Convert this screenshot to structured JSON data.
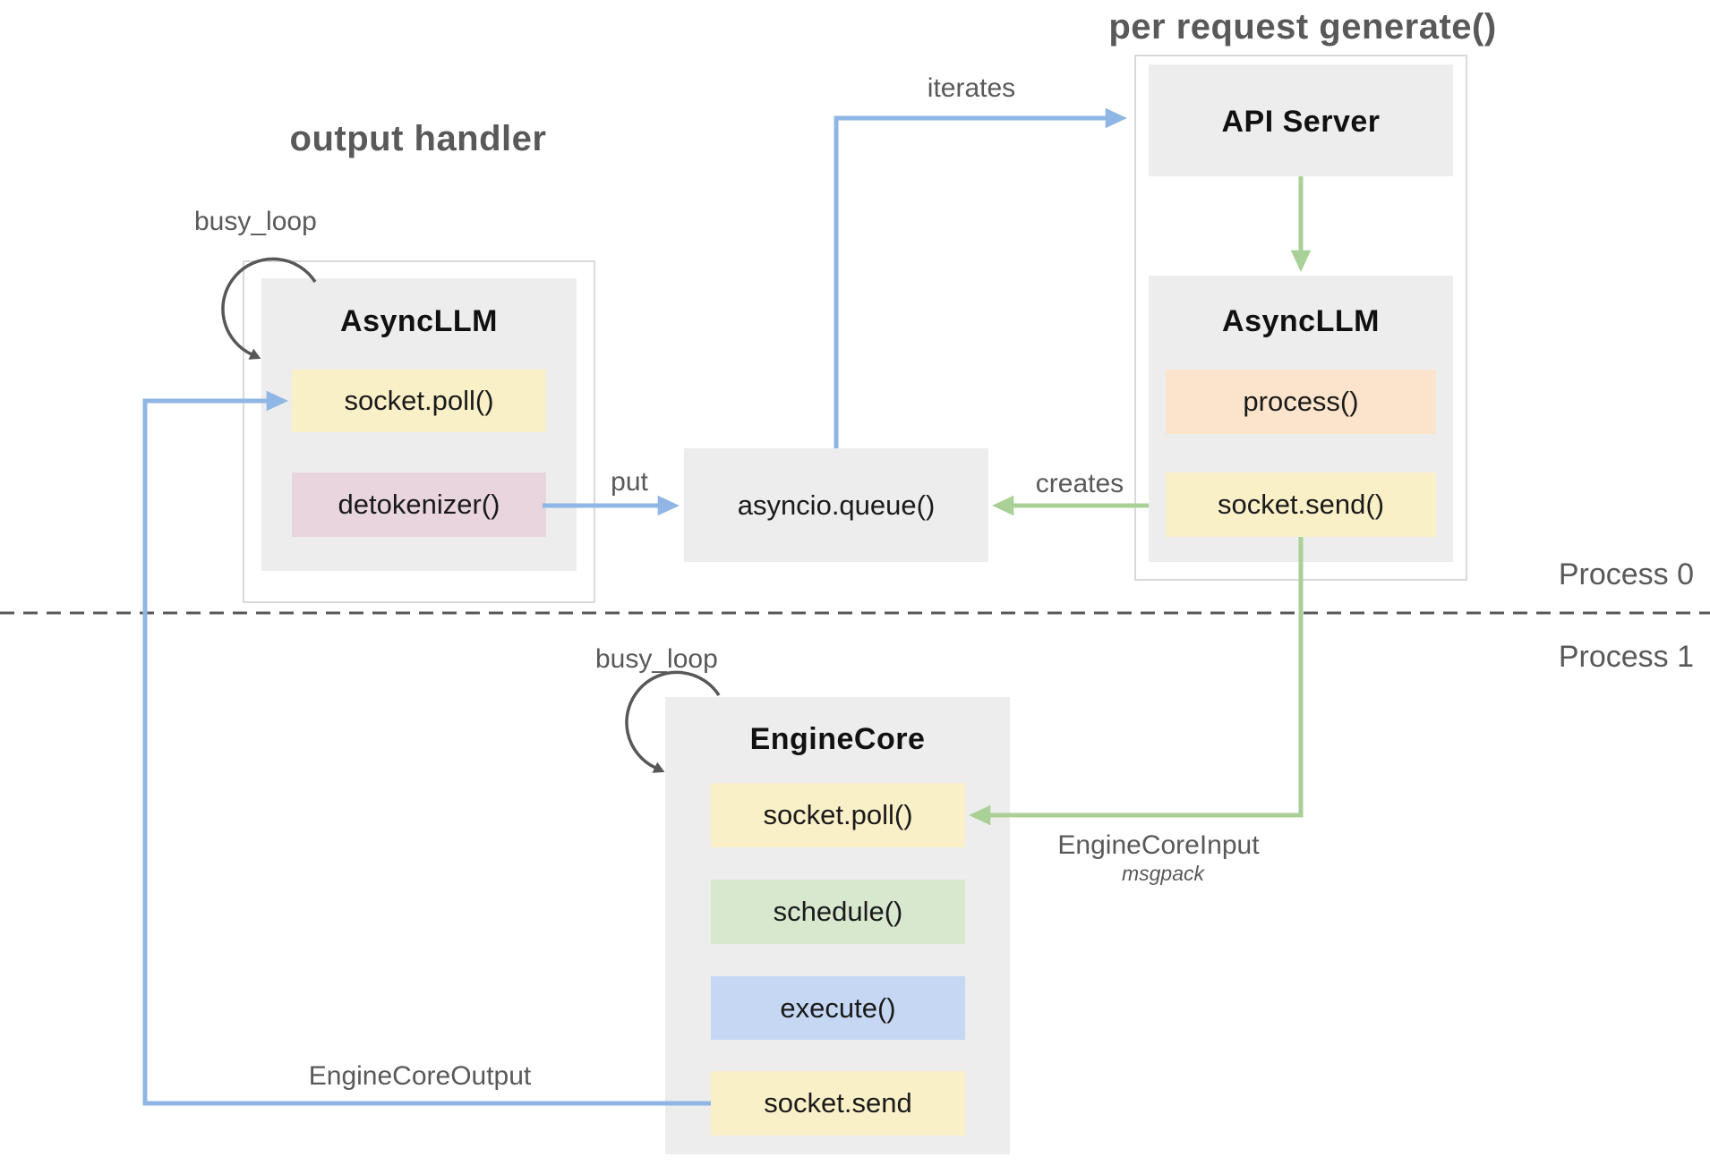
{
  "titles": {
    "output_handler": "output handler",
    "per_request": "per request generate()"
  },
  "process_labels": {
    "process0": "Process 0",
    "process1": "Process 1"
  },
  "loop_labels": {
    "output_handler_loop": "busy_loop",
    "engine_core_loop": "busy_loop"
  },
  "nodes": {
    "async_llm_left": {
      "title": "AsyncLLM",
      "methods": [
        {
          "label": "socket.poll()",
          "color": "#FAF0C8"
        },
        {
          "label": "detokenizer()",
          "color": "#E8D5DE"
        }
      ]
    },
    "api_server": {
      "title": "API Server"
    },
    "async_llm_right": {
      "title": "AsyncLLM",
      "methods": [
        {
          "label": "process()",
          "color": "#FBE4CB"
        },
        {
          "label": "socket.send()",
          "color": "#FAF0C8"
        }
      ]
    },
    "queue": {
      "label": "asyncio.queue()"
    },
    "engine_core": {
      "title": "EngineCore",
      "methods": [
        {
          "label": "socket.poll()",
          "color": "#FAF0C8"
        },
        {
          "label": "schedule()",
          "color": "#D8E8CF"
        },
        {
          "label": "execute()",
          "color": "#C5D7F2"
        },
        {
          "label": "socket.send",
          "color": "#FAF0C8"
        }
      ]
    }
  },
  "edge_labels": {
    "iterates": "iterates",
    "put": "put",
    "creates": "creates",
    "engine_core_input": "EngineCoreInput",
    "engine_core_input_format": "msgpack",
    "engine_core_output": "EngineCoreOutput"
  },
  "colors": {
    "blue_arrow": "#8FB6E4",
    "green_arrow": "#A9D097",
    "loop_arrow": "#58585A",
    "dash_line": "#58585A",
    "node_fill": "#EDEDED",
    "container_border": "#D9D9D9",
    "label_text": "#595959"
  }
}
